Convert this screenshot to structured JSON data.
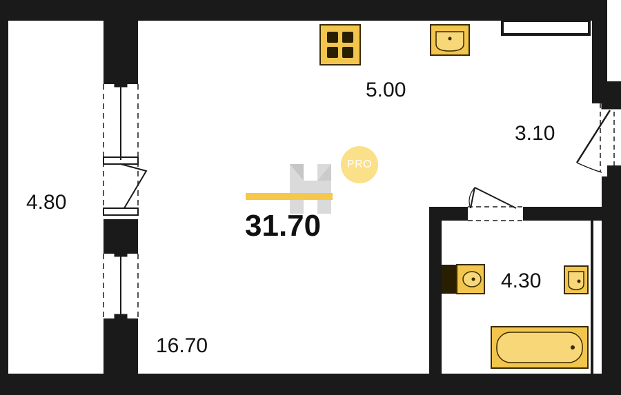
{
  "areas": {
    "balcony": "4.80",
    "kitchen": "5.00",
    "hall": "3.10",
    "living": "16.70",
    "bathroom": "4.30",
    "total": "31.70"
  },
  "badge": {
    "text": "PRO"
  },
  "colors": {
    "wall": "#1a1a1a",
    "fixture_fill": "#f2c54d",
    "fixture_stroke": "#3a2a00",
    "badge": "#fbe08a",
    "logo_bar": "#f5c74a",
    "logo_grey": "#d3d3d3"
  }
}
